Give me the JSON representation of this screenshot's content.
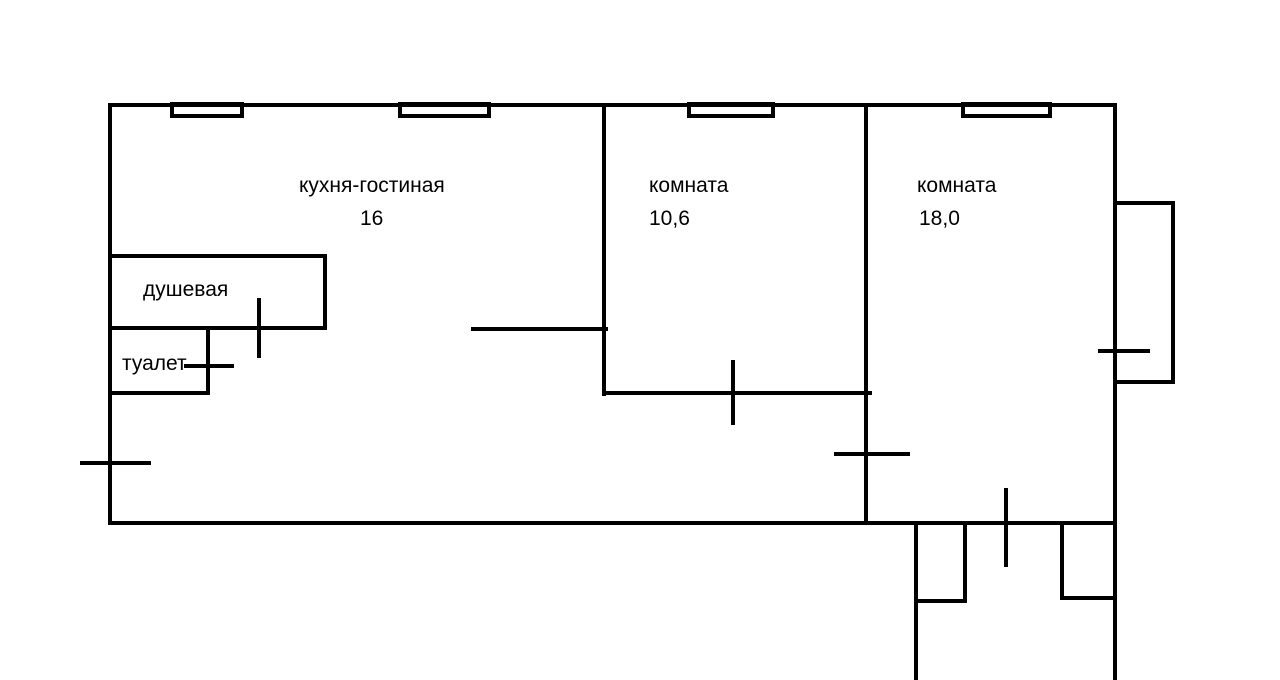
{
  "rooms": {
    "kitchen_living": {
      "name": "кухня-гостиная",
      "area": "16"
    },
    "room1": {
      "name": "комната",
      "area": "10,6"
    },
    "room2": {
      "name": "комната",
      "area": "18,0"
    },
    "shower": {
      "name": "душевая"
    },
    "toilet": {
      "name": "туалет"
    }
  },
  "colors": {
    "line": "#000000",
    "background": "#ffffff"
  }
}
